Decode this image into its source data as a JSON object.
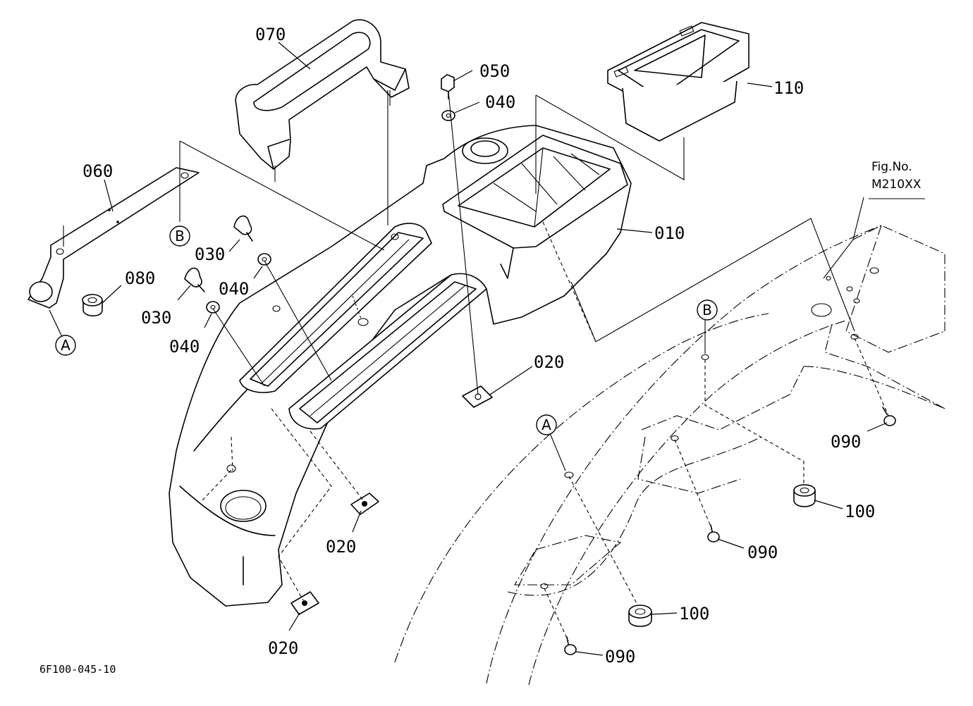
{
  "figure_ref": {
    "line1": "Fig.No.",
    "line2": "M210XX"
  },
  "drawing_code": "6F100-045-10",
  "callouts": {
    "p010": "010",
    "p020a": "020",
    "p020b": "020",
    "p020c": "020",
    "p030a": "030",
    "p030b": "030",
    "p040a": "040",
    "p040b": "040",
    "p040c": "040",
    "p050": "050",
    "p060": "060",
    "p070": "070",
    "p080": "080",
    "p090a": "090",
    "p090b": "090",
    "p090c": "090",
    "p100a": "100",
    "p100b": "100",
    "p110": "110"
  },
  "connection_markers": {
    "a_left": "A",
    "a_right": "A",
    "b_left": "B",
    "b_right": "B"
  }
}
